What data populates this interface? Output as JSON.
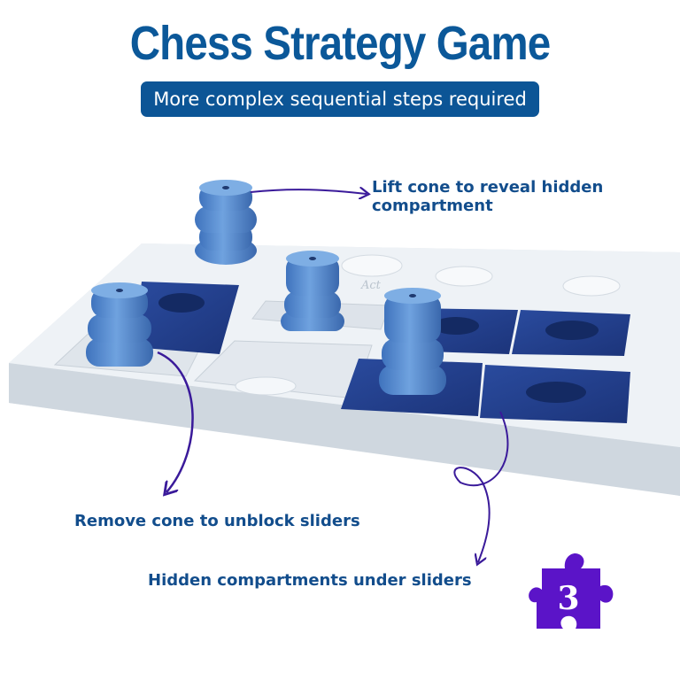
{
  "header": {
    "title": "Chess Strategy Game",
    "subtitle": "More complex sequential steps required"
  },
  "callouts": {
    "lift": "Lift cone to reveal hidden compartment",
    "remove": "Remove cone to unblock sliders",
    "hidden": "Hidden compartments under sliders"
  },
  "badge": {
    "number": "3",
    "icon": "puzzle-piece-icon"
  },
  "colors": {
    "title": "#0b5899",
    "subtitle_bg": "#0c5596",
    "callout_text": "#124d8c",
    "arrow": "#3a1a9a",
    "puzzle": "#5b14c8",
    "board": "#e9eef3",
    "cone": "#5a8fd0",
    "slider": "#233f8c"
  }
}
